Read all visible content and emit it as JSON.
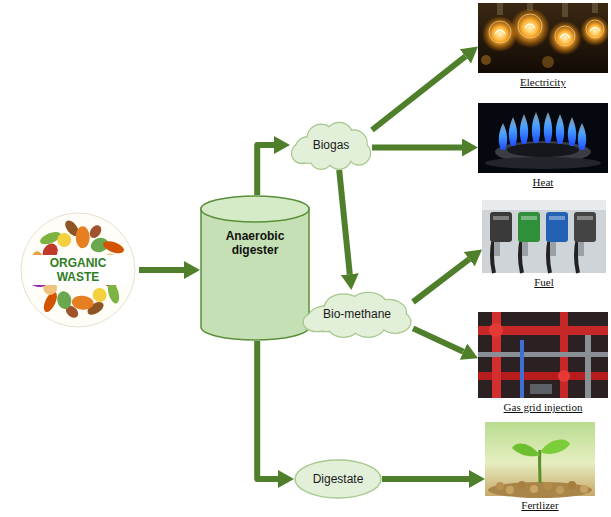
{
  "diagram": {
    "nodes": [
      {
        "text": [
          "ORGANIC WASTE"
        ]
      },
      {
        "text": [
          "Anaerobic digester"
        ]
      },
      {
        "text": [
          "Biogas"
        ]
      },
      {
        "text": [
          "Bio-methane"
        ]
      },
      {
        "text": [
          "Digestate"
        ]
      },
      {
        "text": [
          "Electricity"
        ]
      },
      {
        "text": [
          "Heat"
        ]
      },
      {
        "text": [
          "Fuel"
        ]
      },
      {
        "text": [
          "Gas grid injection"
        ]
      },
      {
        "text": [
          "Fertlizer"
        ]
      }
    ],
    "edges": [
      {
        "from": 0,
        "to": 1,
        "arrow": "to"
      },
      {
        "from": 1,
        "to": 2,
        "arrow": "to"
      },
      {
        "from": 1,
        "to": 4,
        "arrow": "to"
      },
      {
        "from": 2,
        "to": 5,
        "arrow": "to"
      },
      {
        "from": 2,
        "to": 6,
        "arrow": "to"
      },
      {
        "from": 2,
        "to": 3,
        "arrow": "to"
      },
      {
        "from": 3,
        "to": 7,
        "arrow": "to"
      },
      {
        "from": 3,
        "to": 8,
        "arrow": "to"
      },
      {
        "from": 4,
        "to": 9,
        "arrow": "to"
      }
    ]
  }
}
